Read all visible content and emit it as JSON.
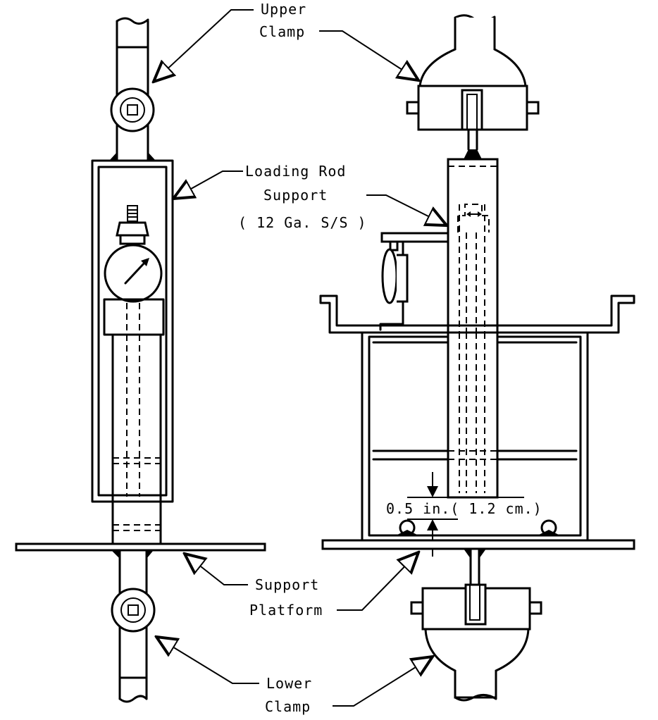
{
  "labels": {
    "upper_clamp_line1": "Upper",
    "upper_clamp_line2": "Clamp",
    "loading_rod_line1": "Loading Rod",
    "loading_rod_line2": "Support",
    "loading_rod_line3": "( 12 Ga. S/S )",
    "dimension": "0.5 in.( 1.2 cm.)",
    "support_platform_line1": "Support",
    "support_platform_line2": "Platform",
    "lower_clamp_line1": "Lower",
    "lower_clamp_line2": "Clamp"
  }
}
